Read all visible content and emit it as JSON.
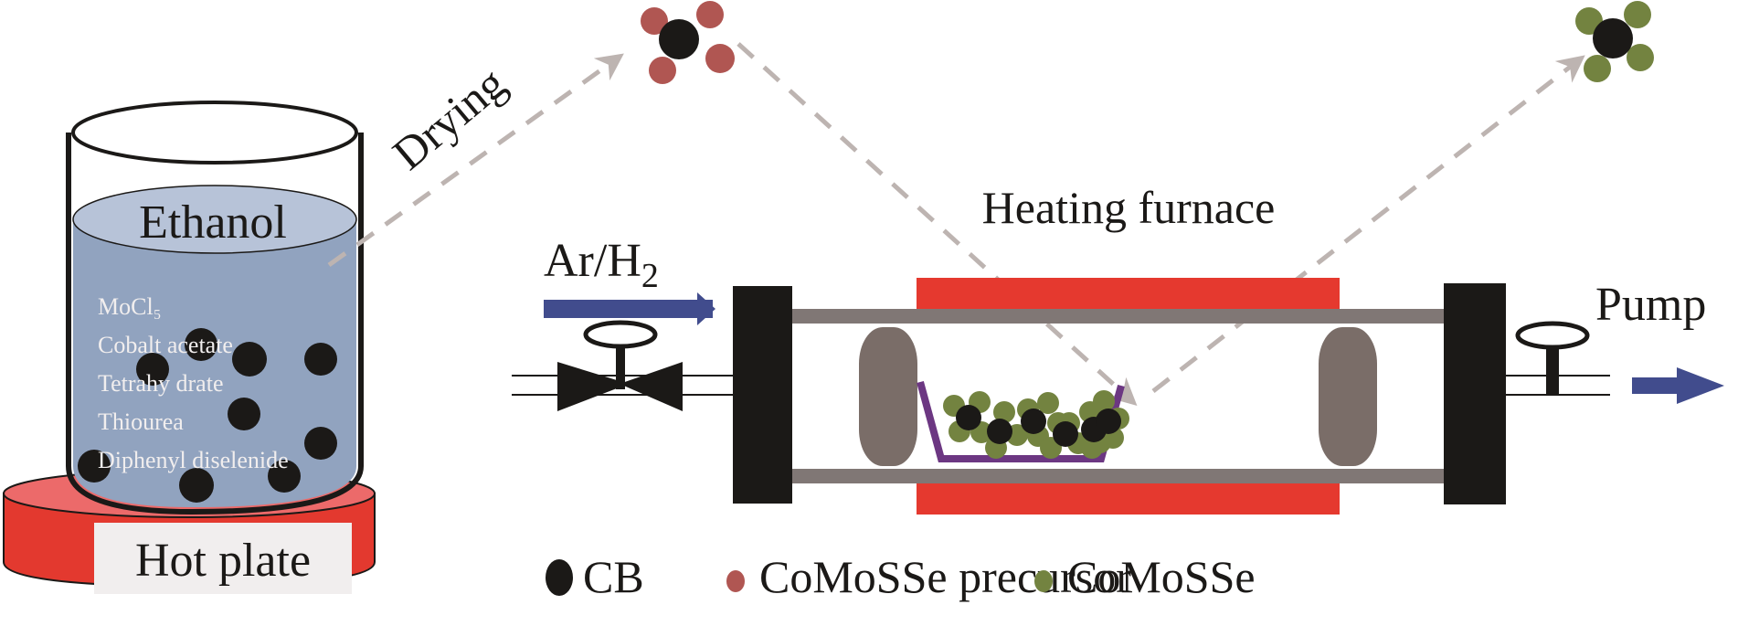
{
  "figure": {
    "type": "process-schematic",
    "colors": {
      "ink": "#1b1917",
      "liquid": "#91a3bf",
      "liquid_surface": "#b7c3d8",
      "hot_plate": "#e3392f",
      "hot_plate_top": "#ec6a6a",
      "furnace": "#e5392f",
      "tube": "#807775",
      "lens": "#7a6d68",
      "boat": "#6c3782",
      "arrow_flow": "#414c8d",
      "dashed_path": "#bdb4b1",
      "cb": "#1b1917",
      "precursor": "#b05652",
      "product": "#738340"
    }
  },
  "beaker": {
    "solvent_label": "Ethanol",
    "reagents": [
      "MoCl₅",
      "Cobalt acetate",
      "Tetrahy drate",
      "Thiourea",
      "Diphenyl diselenide"
    ]
  },
  "hot_plate": {
    "label": "Hot plate"
  },
  "drying": {
    "label": "Drying"
  },
  "furnace": {
    "label": "Heating furnace"
  },
  "inlet": {
    "gas_main": "Ar/H",
    "gas_sub": "2"
  },
  "outlet": {
    "label": "Pump"
  },
  "legend": [
    {
      "key": "cb",
      "label": "CB"
    },
    {
      "key": "precursor",
      "label": "CoMoSSe precursor"
    },
    {
      "key": "product",
      "label": "CoMoSSe"
    }
  ]
}
